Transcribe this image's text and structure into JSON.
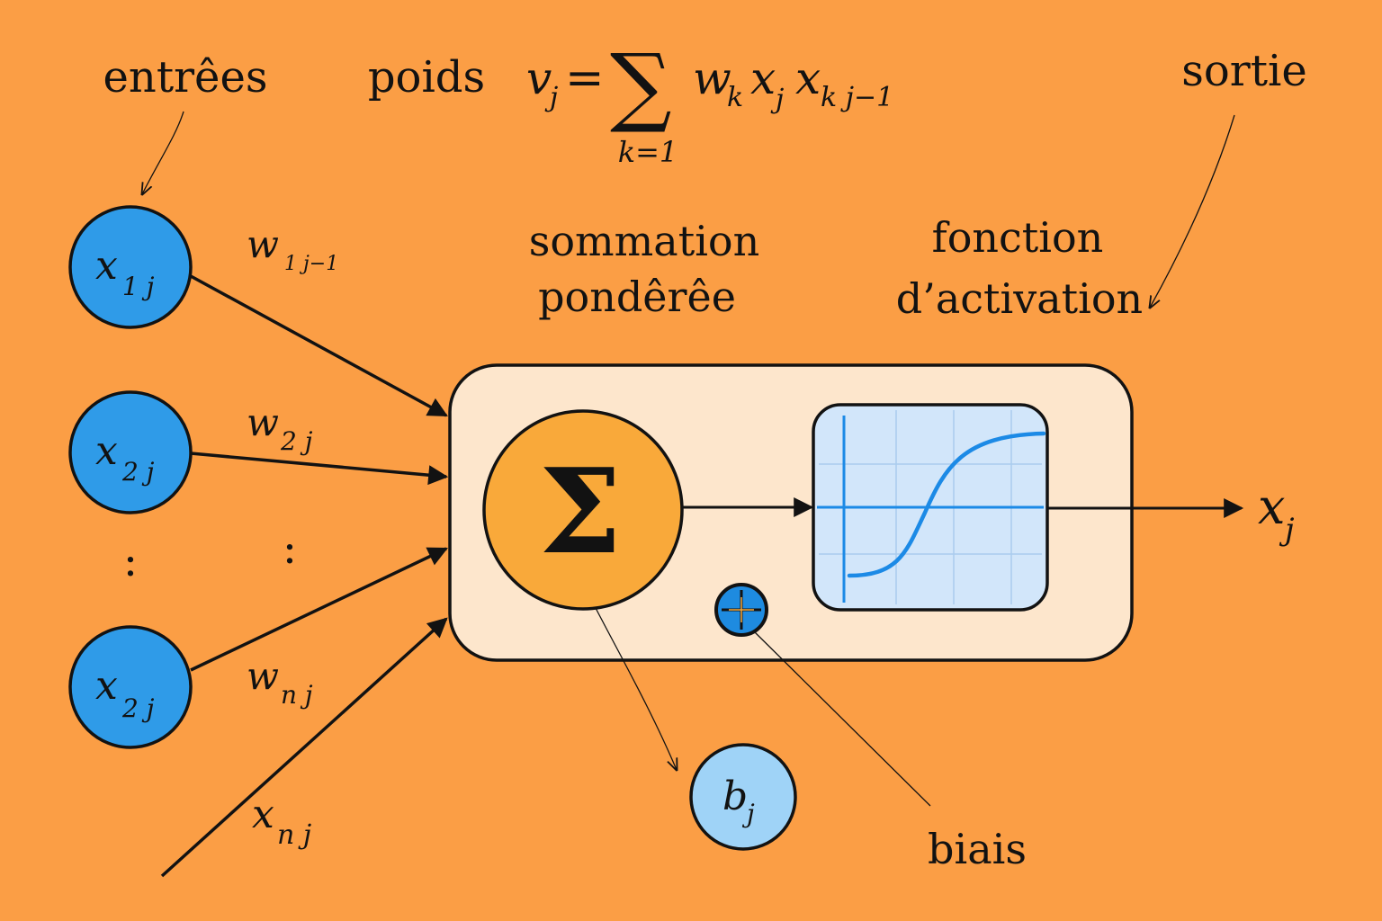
{
  "labels": {
    "entrees": "entrêes",
    "poids": "poids",
    "sortie": "sortie",
    "sommation_line1": "sommation",
    "sommation_line2": "pondêrêe",
    "fonction_line1": "fonction",
    "fonction_line2": "d’activation",
    "biais": "biais"
  },
  "formula": {
    "lhs_var": "v",
    "lhs_sub": "j",
    "equals": "=",
    "sum_symbol": "∑",
    "sum_lower": "k=1",
    "term1_var": "w",
    "term1_sub": "k",
    "term2_var": "x",
    "term2_sub": "j",
    "term3_var": "x",
    "term3_sub": "k j−1"
  },
  "inputs": [
    {
      "var": "x",
      "sub": "1 j"
    },
    {
      "var": "x",
      "sub": "2 j"
    },
    {
      "var": "x",
      "sub": "2 j"
    }
  ],
  "input_ellipsis": ":",
  "extra_input": {
    "var": "x",
    "sub": "n j"
  },
  "weights": [
    {
      "var": "w",
      "sub": "1 j−1"
    },
    {
      "var": "w",
      "sub": "2 j"
    },
    {
      "var": "w",
      "sub": "n j"
    }
  ],
  "weight_ellipsis": ":",
  "sum_node": {
    "symbol": "Σ"
  },
  "bias_node": {
    "var": "b",
    "sub": "j"
  },
  "output": {
    "var": "x",
    "sub": "j"
  },
  "colors": {
    "background": "#FB9E45",
    "input_node": "#2F9BE8",
    "neuron_box": "#FDE6CC",
    "sum_node": "#F9A93A",
    "bias_node": "#9FD3F7",
    "activation_panel": "#D2E6FA",
    "sigmoid_curve": "#1C8AE6",
    "stroke": "#121212"
  }
}
